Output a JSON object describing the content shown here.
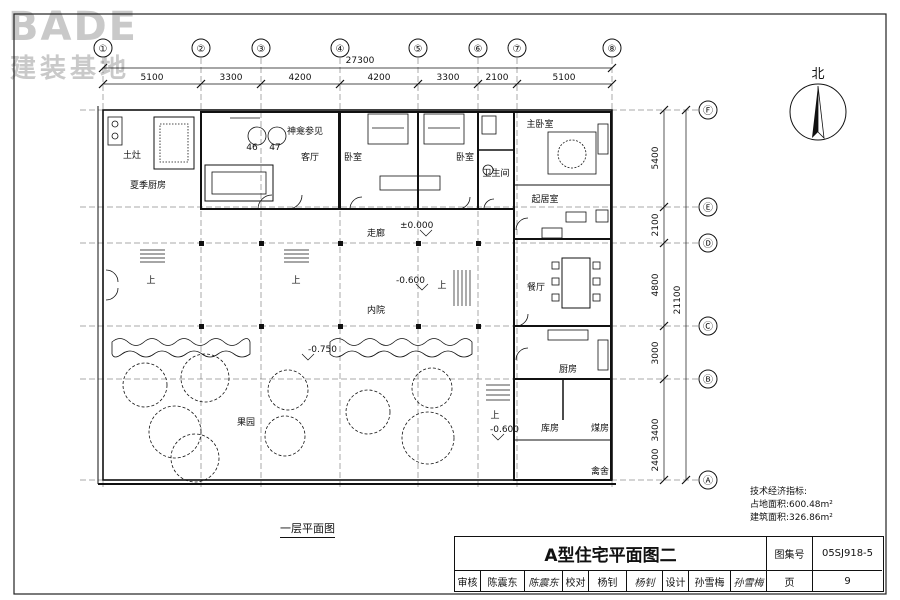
{
  "logo": {
    "brand": "BADE",
    "subtitle": "建装基地"
  },
  "axes": {
    "columns": [
      "①",
      "②",
      "③",
      "④",
      "⑤",
      "⑥",
      "⑦",
      "⑧"
    ],
    "rows": [
      "Ⓕ",
      "Ⓔ",
      "Ⓓ",
      "Ⓒ",
      "Ⓑ",
      "Ⓐ"
    ]
  },
  "dims": {
    "total": "27300",
    "top": [
      "5100",
      "3300",
      "4200",
      "4200",
      "3300",
      "2100",
      "5100"
    ],
    "right": [
      "5400",
      "2100",
      "4800",
      "3000",
      "3400",
      "2400"
    ],
    "right_total": "21100"
  },
  "north": "北",
  "rooms": {
    "tuzao": "土灶",
    "summer_kitchen": "夏季厨房",
    "living": "客厅",
    "shrine": "神龛参见",
    "bedroom1": "卧室",
    "bedroom2": "卧室",
    "master": "主卧室",
    "bath": "卫生间",
    "daily": "起居室",
    "corridor": "走廊",
    "dining": "餐厅",
    "courtyard": "内院",
    "kitchen": "厨房",
    "store": "库房",
    "coal": "煤房",
    "poultry": "禽舍",
    "orchard": "果园"
  },
  "seats": [
    "46",
    "47"
  ],
  "stairs": {
    "up1": "上",
    "up2": "上",
    "up3": "上",
    "up4": "上"
  },
  "levels": {
    "floor": "±0.000",
    "court": "-0.600",
    "yard": "-0.750",
    "back": "-0.600"
  },
  "floor_title": "一层平面图",
  "tech": {
    "title": "技术经济指标:",
    "land": "占地面积:600.48m²",
    "build": "建筑面积:326.86m²"
  },
  "title_block": {
    "title": "A型住宅平面图二",
    "atlas_label": "图集号",
    "atlas_no": "05SJ918-5",
    "review": "审核",
    "reviewer": "陈震东",
    "reviewer_sig": "陈震东",
    "check": "校对",
    "checker": "杨钊",
    "checker_sig": "杨钊",
    "design": "设计",
    "designer": "孙雪梅",
    "designer_sig": "孙雪梅",
    "page_label": "页",
    "page_no": "9"
  }
}
